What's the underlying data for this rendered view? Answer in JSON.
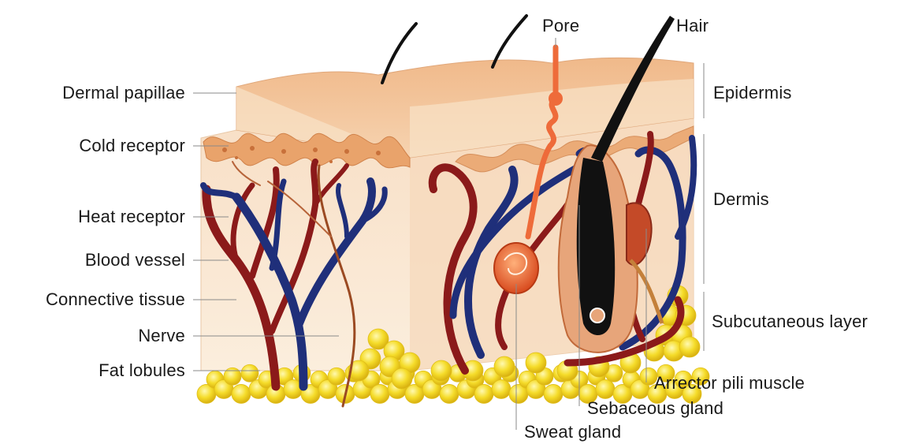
{
  "diagram": {
    "left_labels": {
      "dermal_papillae": "Dermal papillae",
      "cold_receptor": "Cold receptor",
      "heat_receptor": "Heat receptor",
      "blood_vessel": "Blood vessel",
      "connective_tissue": "Connective tissue",
      "nerve": "Nerve",
      "fat_lobules": "Fat lobules"
    },
    "top_labels": {
      "pore": "Pore",
      "hair": "Hair"
    },
    "right_labels": {
      "epidermis": "Epidermis",
      "dermis": "Dermis",
      "subcutaneous_layer": "Subcutaneous layer"
    },
    "bottom_labels": {
      "arrector_pili_muscle": "Arrector pili muscle",
      "sebaceous_gland": "Sebaceous gland",
      "sweat_gland": "Sweat gland"
    },
    "colors": {
      "skin_surface": "#f3c79a",
      "epidermis": "#f7dcc0",
      "dermis": "#f9e6d2",
      "papillae": "#e9a36b",
      "artery": "#8b1a1a",
      "vein": "#1f2f7a",
      "fat": "#f5dc2a",
      "sweat_gland": "#ee6b3a",
      "hair": "#111111",
      "leader": "#8a8a8a"
    }
  }
}
